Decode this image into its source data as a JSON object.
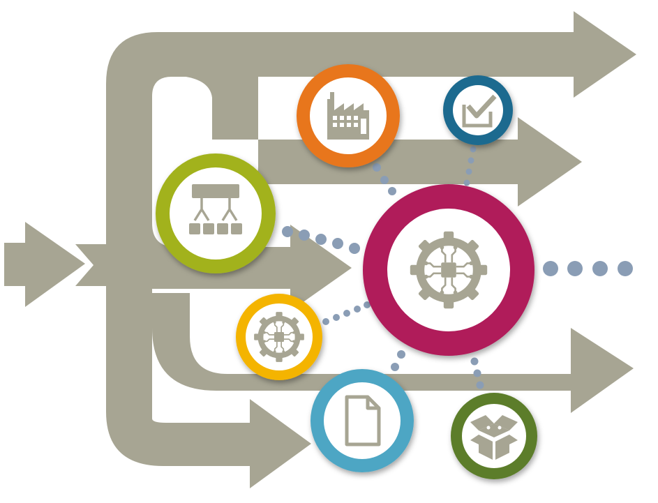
{
  "colors": {
    "flow": "#a7a593",
    "dots": "#8a9db5",
    "icon": "#a7a593",
    "hub_ring": "#b01c5a",
    "factory_ring": "#e8761b",
    "checkbox_ring": "#1b6b8f",
    "hierarchy_ring": "#a2b21e",
    "gear_small_ring": "#f4b400",
    "document_ring": "#4ea6c4",
    "box_ring": "#5b7d2a"
  },
  "nodes": [
    {
      "id": "hub",
      "icon": "circuit-gear-icon",
      "color_key": "hub_ring"
    },
    {
      "id": "factory",
      "icon": "factory-icon",
      "color_key": "factory_ring"
    },
    {
      "id": "checkbox",
      "icon": "checkbox-icon",
      "color_key": "checkbox_ring"
    },
    {
      "id": "hierarchy",
      "icon": "hierarchy-icon",
      "color_key": "hierarchy_ring"
    },
    {
      "id": "gear-small",
      "icon": "circuit-gear-icon",
      "color_key": "gear_small_ring"
    },
    {
      "id": "document",
      "icon": "document-icon",
      "color_key": "document_ring"
    },
    {
      "id": "box",
      "icon": "open-box-icon",
      "color_key": "box_ring"
    }
  ]
}
